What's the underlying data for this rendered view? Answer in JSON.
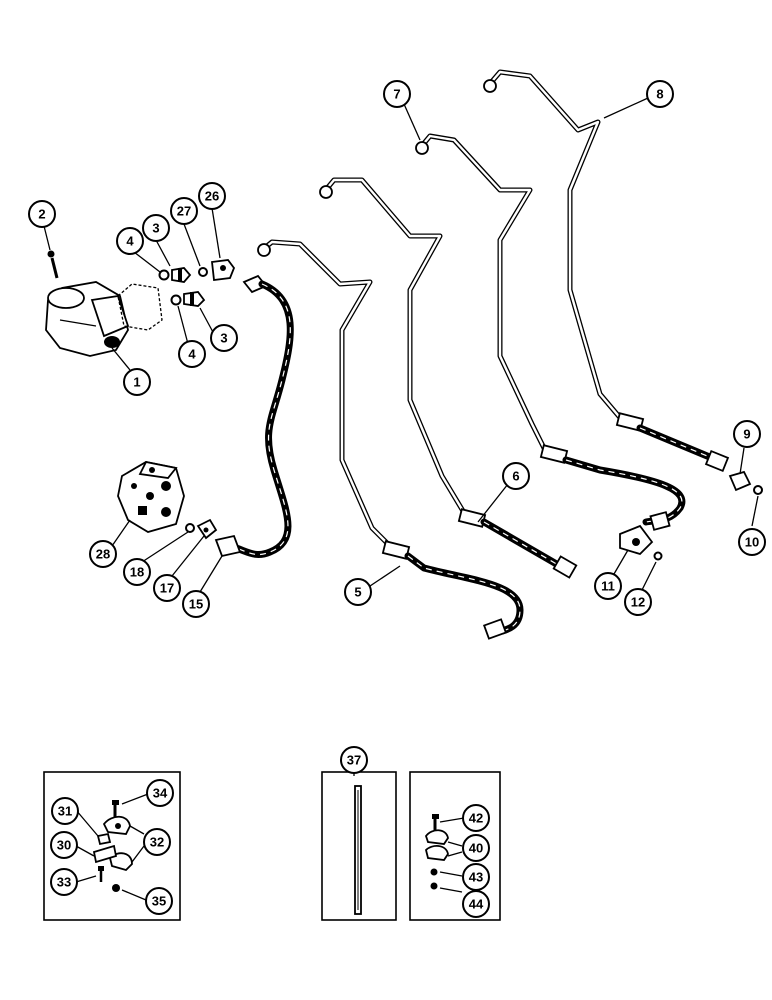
{
  "diagram": {
    "callouts": {
      "c1": "1",
      "c2": "2",
      "c3a": "3",
      "c3b": "3",
      "c4a": "4",
      "c4b": "4",
      "c5": "5",
      "c6": "6",
      "c7": "7",
      "c8": "8",
      "c9": "9",
      "c10": "10",
      "c11": "11",
      "c12": "12",
      "c15": "15",
      "c17": "17",
      "c18": "18",
      "c26": "26",
      "c27": "27",
      "c28": "28",
      "c30": "30",
      "c31": "31",
      "c32": "32",
      "c33": "33",
      "c34": "34",
      "c35": "35",
      "c37": "37",
      "c40": "40",
      "c42": "42",
      "c43": "43",
      "c44": "44"
    }
  }
}
